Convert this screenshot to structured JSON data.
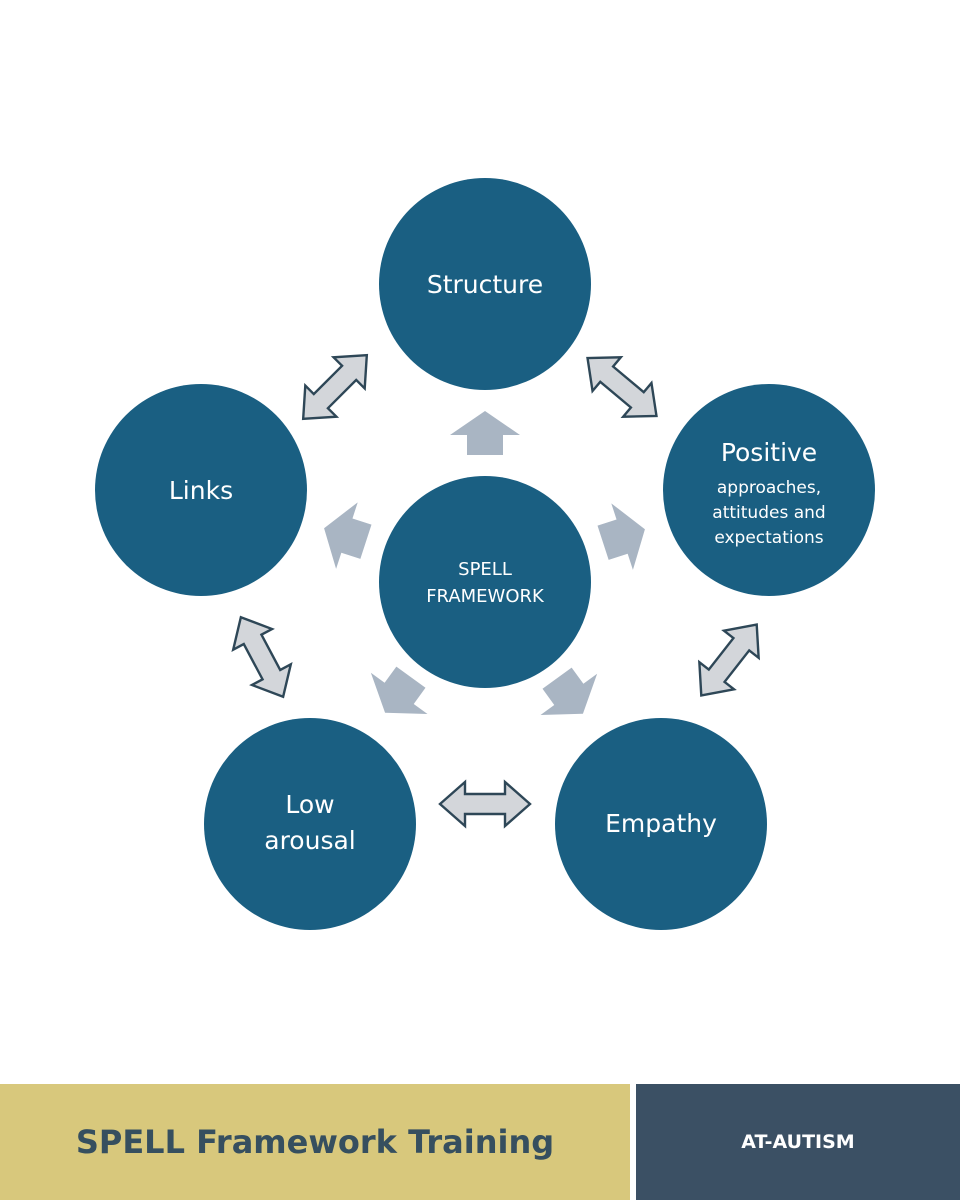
{
  "diagram": {
    "center": {
      "lines": [
        "SPELL",
        "FRAMEWORK"
      ]
    },
    "nodes": [
      {
        "id": "structure",
        "lines": [
          "Structure"
        ]
      },
      {
        "id": "positive",
        "title": "Positive",
        "lines": [
          "approaches,",
          "attitudes and",
          "expectations"
        ]
      },
      {
        "id": "empathy",
        "lines": [
          "Empathy"
        ]
      },
      {
        "id": "low-arousal",
        "lines": [
          "Low",
          "arousal"
        ]
      },
      {
        "id": "links",
        "lines": [
          "Links"
        ]
      }
    ],
    "colors": {
      "node": "#1a5f82",
      "arrow_fill": "#d3d6da",
      "arrow_outline": "#2e4757",
      "center_arrow": "#a9b5c3"
    }
  },
  "footer": {
    "title": "SPELL Framework Training",
    "brand": "AT-AUTISM",
    "colors": {
      "left": "#d8c87c",
      "right": "#3b5064"
    }
  }
}
